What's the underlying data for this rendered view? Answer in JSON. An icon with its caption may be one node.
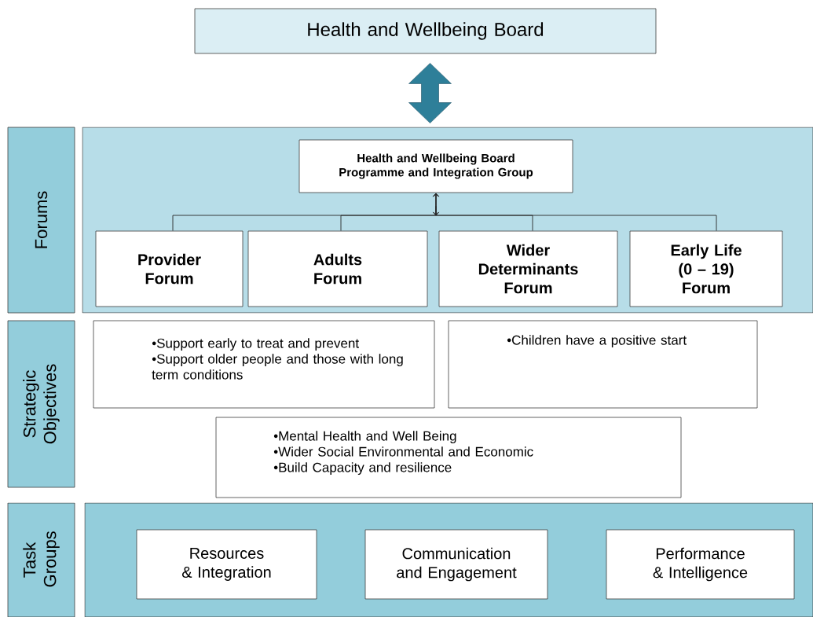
{
  "diagram": {
    "nodes": [
      {
        "text": [
          "Health and Wellbeing Board"
        ]
      },
      {
        "text": [
          "Forums"
        ]
      },
      {
        "text": [],
        "shape": "box"
      },
      {
        "text": [
          "Health and Wellbeing Board Programme and Integration Group"
        ],
        "in": 2
      },
      {
        "text": [
          "Provider Forum"
        ],
        "in": 2
      },
      {
        "text": [
          "Adults Forum"
        ],
        "in": 2
      },
      {
        "text": [
          "Wider Determinants Forum"
        ],
        "in": 2
      },
      {
        "text": [
          "Early Life (0 – 19) Forum"
        ],
        "in": 2
      },
      {
        "text": [
          "Strategic Objectives"
        ]
      },
      {
        "text": [
          "•Support early to treat and prevent",
          "•Support older people and those with long term conditions"
        ]
      },
      {
        "text": [
          "•Children have a positive start"
        ]
      },
      {
        "text": [
          "•Mental Health and Well Being",
          "•Wider Social Environmental and Economic",
          "•Build Capacity and resilience"
        ]
      },
      {
        "text": [
          "Task Groups"
        ]
      },
      {
        "text": [],
        "shape": "box"
      },
      {
        "text": [
          "Resources & Integration"
        ],
        "in": 13
      },
      {
        "text": [
          "Communication and Engagement"
        ],
        "in": 13
      },
      {
        "text": [
          "Performance & Intelligence"
        ],
        "in": 13
      }
    ],
    "edges": [
      {
        "from": 0,
        "to": 2,
        "arrow": "both",
        "style": "thick",
        "color": "#2e7f99"
      },
      {
        "from": 5,
        "to": 3,
        "arrow": "to"
      },
      {
        "from": 6,
        "to": 3,
        "arrow": "to"
      },
      {
        "from": 4,
        "to": 3,
        "arrow": "to"
      },
      {
        "from": 7,
        "to": 3,
        "arrow": "to"
      }
    ]
  }
}
